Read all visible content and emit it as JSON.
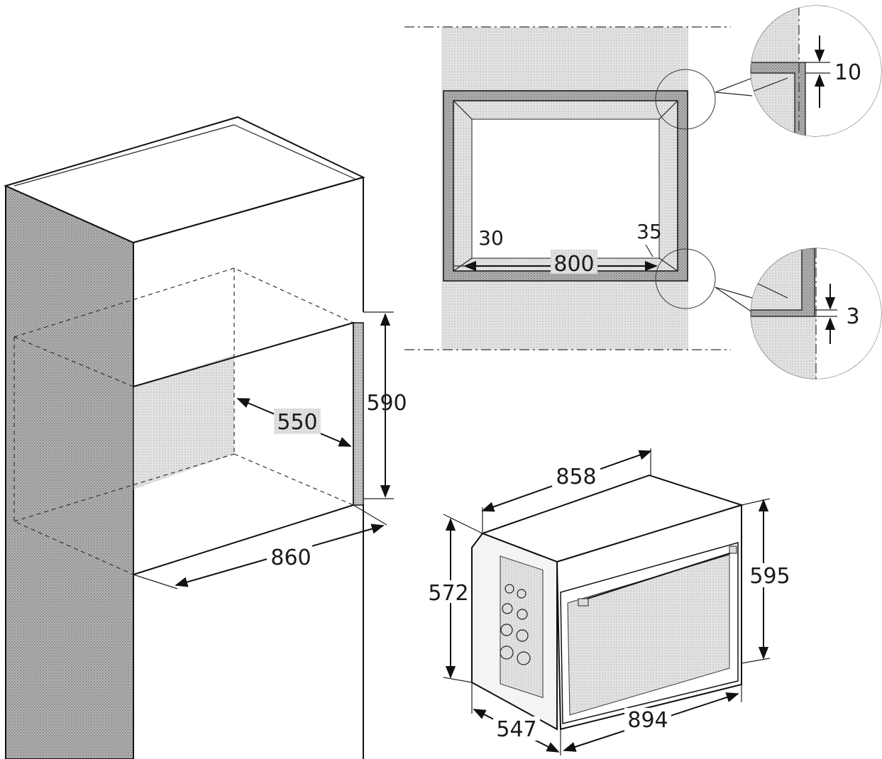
{
  "figure": {
    "cabinet": {
      "niche_width": "860",
      "niche_height": "590",
      "niche_depth": "550"
    },
    "front_view": {
      "frame_width": "800",
      "left_gap": "30",
      "right_gap": "35",
      "detail_top_gap": "10",
      "detail_bottom_gap": "3"
    },
    "oven": {
      "top_width": "858",
      "front_width": "894",
      "front_height": "595",
      "body_height": "572",
      "body_depth": "547"
    }
  },
  "colors": {
    "hatch_dark": "#9a9a9a",
    "hatch_light": "#d6d6d6",
    "line": "#111111"
  }
}
